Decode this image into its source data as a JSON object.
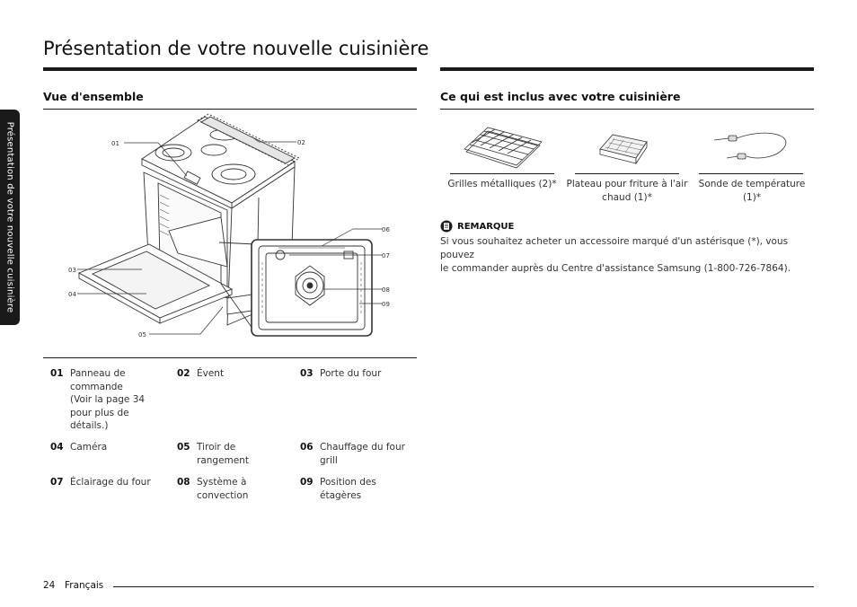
{
  "side_tab": "Présentation de votre nouvelle cuisinière",
  "page_title": "Présentation de votre nouvelle cuisinière",
  "overview": {
    "title": "Vue d'ensemble",
    "callouts": [
      "01",
      "02",
      "03",
      "04",
      "05",
      "06",
      "07",
      "08",
      "09"
    ]
  },
  "legend": [
    {
      "num": "01",
      "lines": [
        "Panneau de",
        "commande",
        "(Voir la page 34",
        "pour plus de",
        "détails.)"
      ]
    },
    {
      "num": "02",
      "lines": [
        "Évent"
      ]
    },
    {
      "num": "03",
      "lines": [
        "Porte du four"
      ]
    },
    {
      "num": "04",
      "lines": [
        "Caméra"
      ]
    },
    {
      "num": "05",
      "lines": [
        "Tiroir de",
        "rangement"
      ]
    },
    {
      "num": "06",
      "lines": [
        "Chauffage du four",
        "grill"
      ]
    },
    {
      "num": "07",
      "lines": [
        "Éclairage du four"
      ]
    },
    {
      "num": "08",
      "lines": [
        "Système à",
        "convection"
      ]
    },
    {
      "num": "09",
      "lines": [
        "Position des",
        "étagères"
      ]
    }
  ],
  "included": {
    "title": "Ce qui est inclus avec votre cuisinière",
    "items": [
      {
        "lines": [
          "Grilles métalliques (2)*"
        ],
        "icon": "wire-rack-icon"
      },
      {
        "lines": [
          "Plateau pour friture à l'air",
          "chaud (1)*"
        ],
        "icon": "air-fry-tray-icon"
      },
      {
        "lines": [
          "Sonde de température (1)*"
        ],
        "icon": "temperature-probe-icon"
      }
    ]
  },
  "note": {
    "title": "REMARQUE",
    "lines": [
      "Si vous souhaitez acheter un accessoire marqué d'un astérisque (*), vous pouvez",
      "le commander auprès du Centre d'assistance Samsung (1-800-726-7864)."
    ]
  },
  "footer": {
    "page": "24",
    "language": "Français"
  }
}
